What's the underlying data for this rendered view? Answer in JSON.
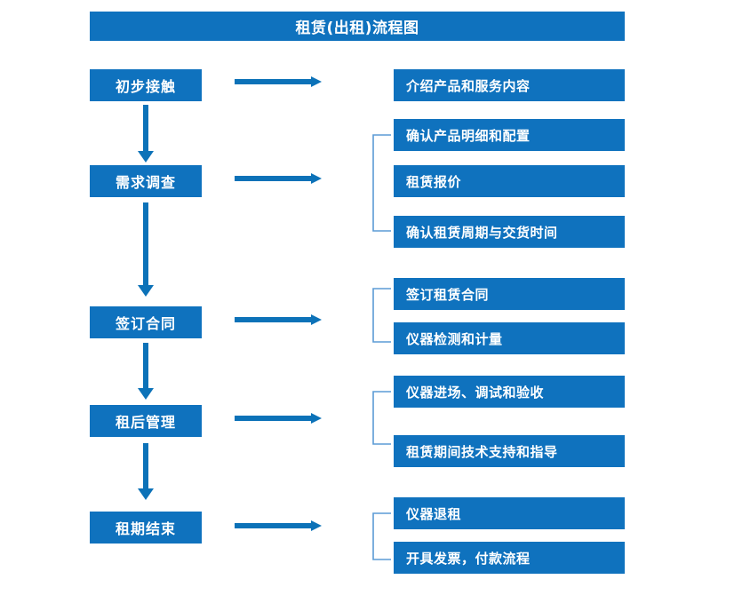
{
  "document": {
    "title": "租赁(出租)流程图",
    "accent_color": "#0F72BE",
    "arrow_color": "#0C72B8",
    "bracket_color": "#5B9BD5",
    "text_color": "#FFFFFF",
    "background_color": "#FFFFFF"
  },
  "stages": [
    {
      "id": "stage-1",
      "label": "初步接触"
    },
    {
      "id": "stage-2",
      "label": "需求调查"
    },
    {
      "id": "stage-3",
      "label": "签订合同"
    },
    {
      "id": "stage-4",
      "label": "租后管理"
    },
    {
      "id": "stage-5",
      "label": "租期结束"
    }
  ],
  "details": [
    {
      "id": "detail-1",
      "label": "介绍产品和服务内容"
    },
    {
      "id": "detail-2",
      "label": "确认产品明细和配置"
    },
    {
      "id": "detail-3",
      "label": "租赁报价"
    },
    {
      "id": "detail-4",
      "label": "确认租赁周期与交货时间"
    },
    {
      "id": "detail-5",
      "label": "签订租赁合同"
    },
    {
      "id": "detail-6",
      "label": "仪器检测和计量"
    },
    {
      "id": "detail-7",
      "label": "仪器进场、调试和验收"
    },
    {
      "id": "detail-8",
      "label": "租赁期间技术支持和指导"
    },
    {
      "id": "detail-9",
      "label": "仪器退租"
    },
    {
      "id": "detail-10",
      "label": "开具发票，付款流程"
    }
  ],
  "groups": [
    {
      "id": "group-1",
      "stage": "需求调查",
      "detail_ids": [
        "detail-2",
        "detail-3",
        "detail-4"
      ]
    },
    {
      "id": "group-2",
      "stage": "签订合同",
      "detail_ids": [
        "detail-5",
        "detail-6"
      ]
    },
    {
      "id": "group-3",
      "stage": "租后管理",
      "detail_ids": [
        "detail-7",
        "detail-8"
      ]
    },
    {
      "id": "group-4",
      "stage": "租期结束",
      "detail_ids": [
        "detail-9",
        "detail-10"
      ]
    }
  ],
  "connectors": {
    "vertical_arrow_count": 4,
    "horizontal_arrow_count": 5,
    "bracket_count": 4
  }
}
